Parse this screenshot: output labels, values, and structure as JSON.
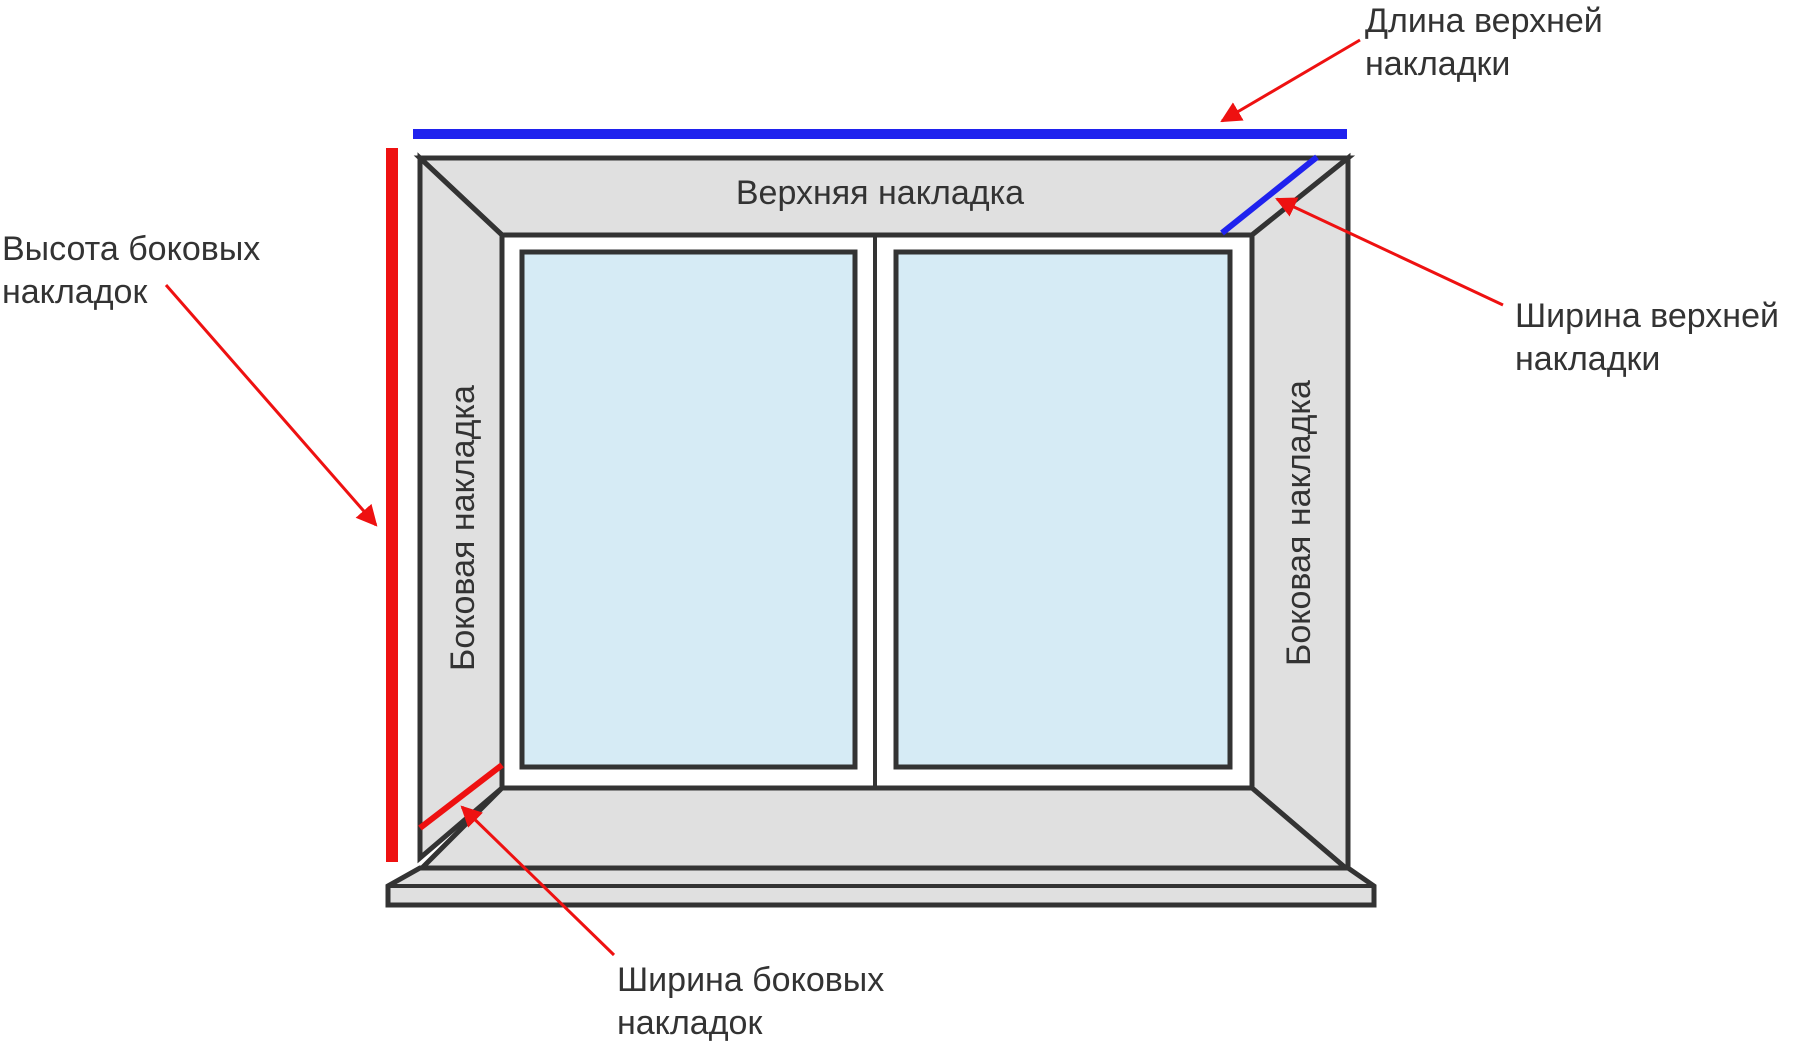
{
  "colors": {
    "red": "#ee1111",
    "blue": "#1f22ee",
    "frame_fill": "#e0e0e0",
    "glass_fill": "#d6ebf5",
    "outline": "#333333",
    "text": "#333333"
  },
  "panels": {
    "top": "Верхняя накладка",
    "left": "Боковая накладка",
    "right": "Боковая накладка"
  },
  "callouts": {
    "top_length": {
      "line1": "Длина верхней",
      "line2": "накладки"
    },
    "top_width": {
      "line1": "Ширина верхней",
      "line2": "накладки"
    },
    "side_height": {
      "line1": "Высота боковых",
      "line2": "накладок"
    },
    "side_width": {
      "line1": "Ширина боковых",
      "line2": "накладок"
    }
  }
}
